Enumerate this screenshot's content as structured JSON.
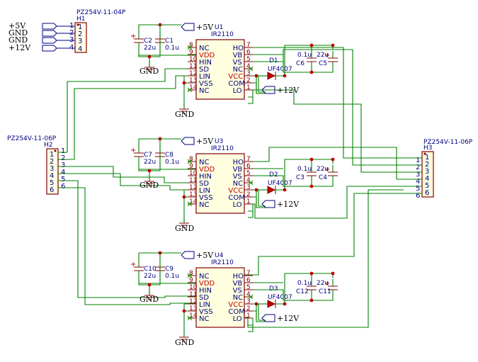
{
  "header_h1": {
    "part": "PZ254V-11-04P",
    "ref": "H1",
    "pins": [
      "1",
      "2",
      "3",
      "4"
    ],
    "signals": [
      "+5V",
      "GND",
      "GND",
      "+12V"
    ]
  },
  "header_h2": {
    "part": "PZ254V-11-06P",
    "ref": "H2",
    "pins": [
      "1",
      "2",
      "3",
      "4",
      "5",
      "6"
    ]
  },
  "header_h3": {
    "part": "PZ254V-11-06P",
    "ref": "H3",
    "pins": [
      "1",
      "2",
      "3",
      "4",
      "5",
      "6"
    ]
  },
  "chip_part": "IR2110",
  "diode_part": "UF4007",
  "power": {
    "p5": "+5V",
    "p12": "+12V",
    "gnd": "GND"
  },
  "pins_left": [
    "NC",
    "VDD",
    "HIN",
    "SD",
    "LIN",
    "VSS",
    "NC"
  ],
  "pins_left_num": [
    "8",
    "9",
    "10",
    "11",
    "12",
    "13",
    "14"
  ],
  "pins_right": [
    "HO",
    "VB",
    "VS",
    "NC",
    "VCC",
    "COM",
    "LO"
  ],
  "pins_right_num": [
    "7",
    "6",
    "5",
    "4",
    "3",
    "2",
    "1"
  ],
  "stages": [
    {
      "u": "U1",
      "d": "D1",
      "cin_a": "C2",
      "cin_a_val": "22u",
      "cin_b": "C1",
      "cin_b_val": "0.1u",
      "cb_a": "C6",
      "cb_a_val": "0.1u",
      "cb_b": "C5",
      "cb_b_val": "22u"
    },
    {
      "u": "U3",
      "d": "D2",
      "cin_a": "C7",
      "cin_a_val": "22u",
      "cin_b": "C8",
      "cin_b_val": "0.1u",
      "cb_a": "C3",
      "cb_a_val": "0.1u",
      "cb_b": "C4",
      "cb_b_val": "22u"
    },
    {
      "u": "U4",
      "d": "D3",
      "cin_a": "C10",
      "cin_a_val": "22u",
      "cin_b": "C9",
      "cin_b_val": "0.1u",
      "cb_a": "C12",
      "cb_a_val": "0.1u",
      "cb_b": "C11",
      "cb_b_val": "22u"
    }
  ]
}
